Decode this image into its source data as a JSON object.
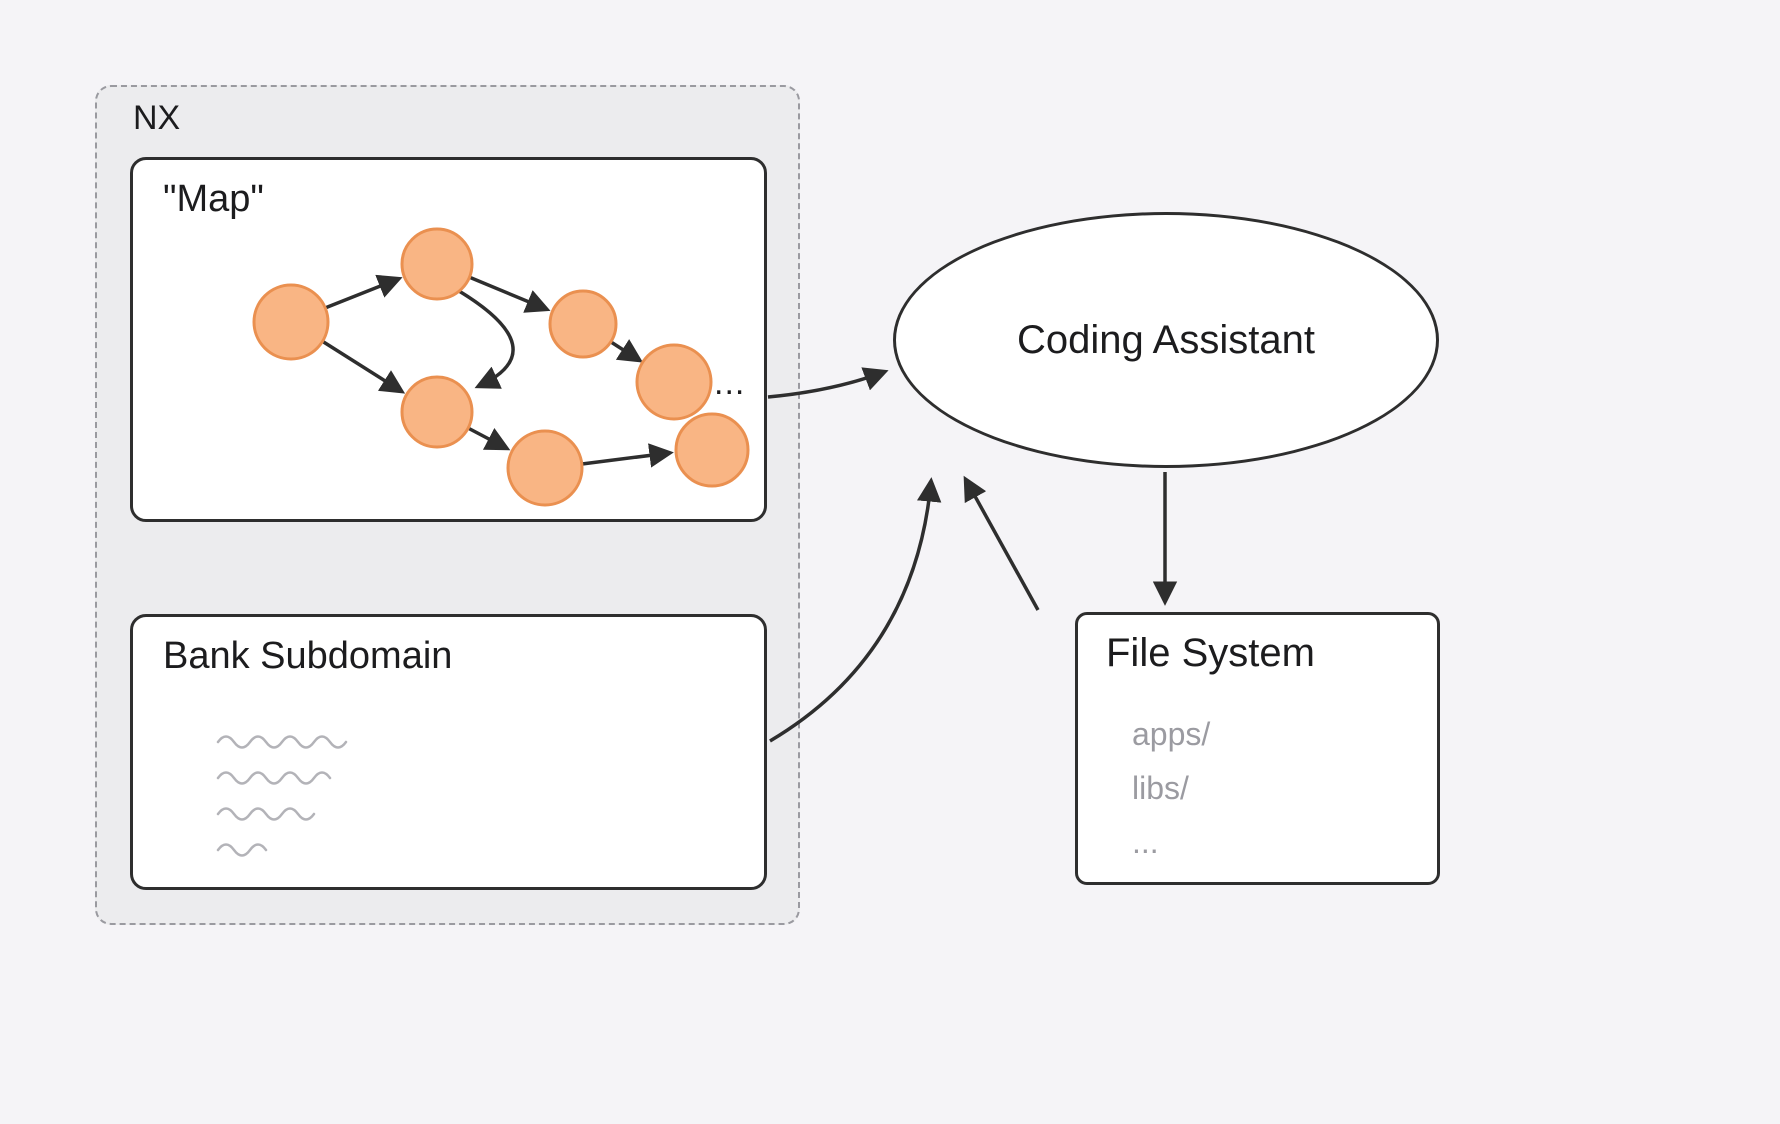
{
  "nx": {
    "label": "NX",
    "map": {
      "title": "\"Map\"",
      "more": "..."
    },
    "bank_subdomain": {
      "title": "Bank Subdomain"
    }
  },
  "coding_assistant": {
    "label": "Coding Assistant"
  },
  "file_system": {
    "title": "File System",
    "entries": [
      "apps/",
      "libs/",
      "..."
    ]
  },
  "colors": {
    "background": "#f5f4f7",
    "nx_fill": "#ececee",
    "nx_border": "#9a9aa0",
    "box_border": "#2e2e2e",
    "node_fill": "#f9b584",
    "node_stroke": "#ea9050",
    "muted_text": "#9b9ba1",
    "arrow": "#2e2e2e"
  }
}
